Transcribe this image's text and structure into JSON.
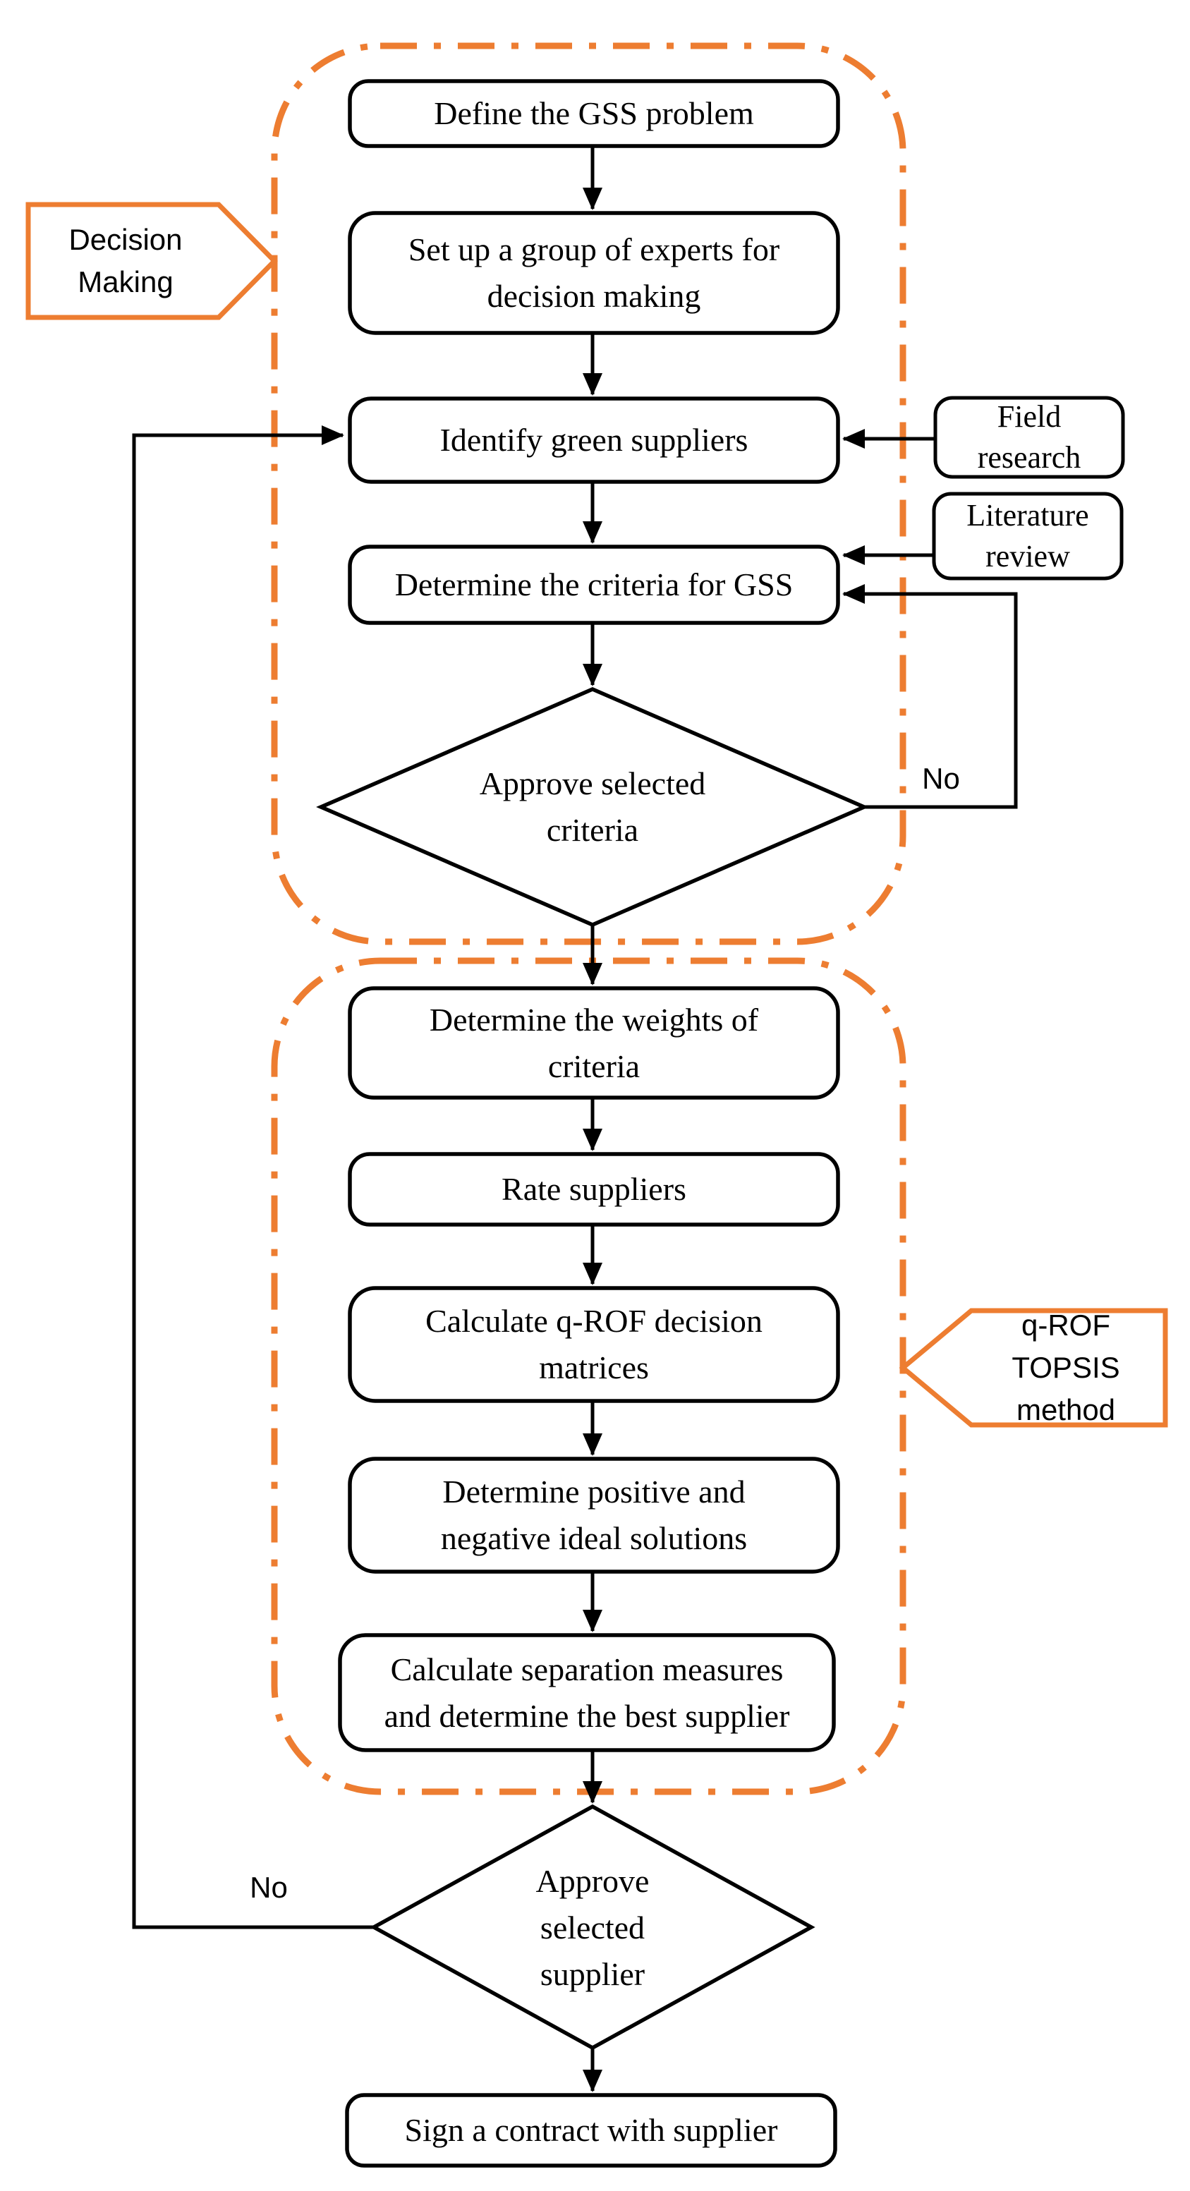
{
  "diagram": {
    "title": "GSS flowchart",
    "colors": {
      "accent": "#ED7D31",
      "line": "#000000",
      "background": "#FFFFFF"
    },
    "groups": {
      "decision_making": {
        "lines": [
          "Decision",
          "Making"
        ]
      },
      "qrof_topsis": {
        "lines": [
          "q-ROF TOPSIS",
          "method"
        ]
      }
    },
    "nodes": {
      "define_problem": {
        "lines": [
          "Define the GSS problem"
        ]
      },
      "setup_experts": {
        "lines": [
          "Set up a group of experts for",
          "decision making"
        ]
      },
      "identify_suppliers": {
        "lines": [
          "Identify green suppliers"
        ]
      },
      "field_research": {
        "lines": [
          "Field",
          "research"
        ]
      },
      "literature_review": {
        "lines": [
          "Literature",
          "review"
        ]
      },
      "determine_criteria": {
        "lines": [
          "Determine the criteria for GSS"
        ]
      },
      "approve_criteria": {
        "lines": [
          "Approve selected",
          "criteria"
        ]
      },
      "determine_weights": {
        "lines": [
          "Determine the weights of",
          "criteria"
        ]
      },
      "rate_suppliers": {
        "lines": [
          "Rate suppliers"
        ]
      },
      "calculate_matrices": {
        "lines": [
          "Calculate q-ROF decision",
          "matrices"
        ]
      },
      "ideal_solutions": {
        "lines": [
          "Determine positive and",
          "negative ideal solutions"
        ]
      },
      "separation_measures": {
        "lines": [
          "Calculate separation measures",
          "and determine the best supplier"
        ]
      },
      "approve_supplier": {
        "lines": [
          "Approve",
          "selected",
          "supplier"
        ]
      },
      "sign_contract": {
        "lines": [
          "Sign a contract with supplier"
        ]
      }
    },
    "edge_labels": {
      "no_criteria": "No",
      "no_supplier": "No"
    }
  }
}
